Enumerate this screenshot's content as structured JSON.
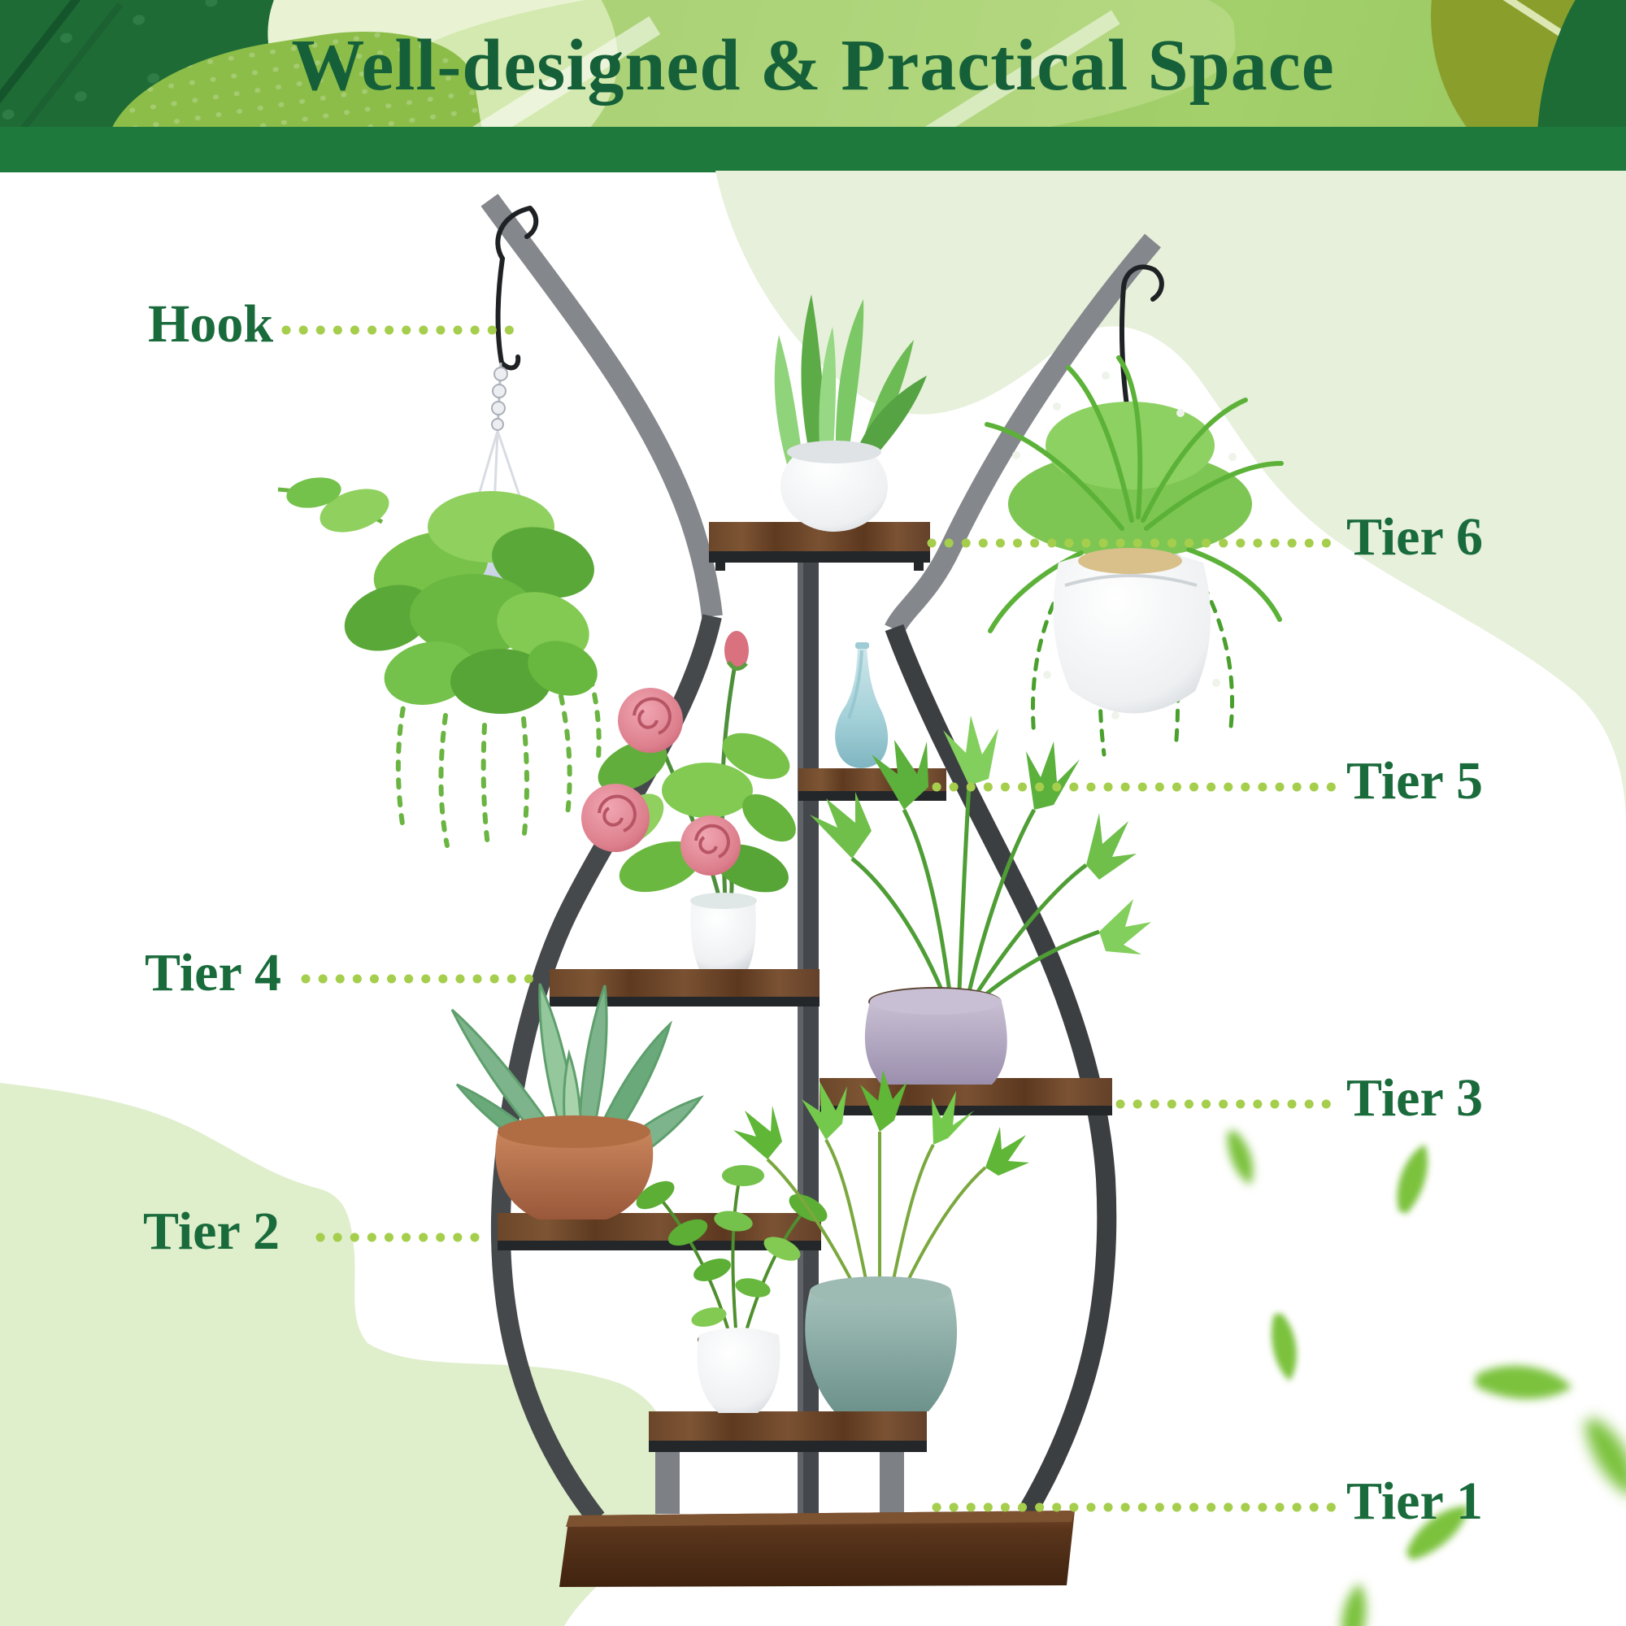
{
  "header": {
    "title": "Well-designed & Practical Space"
  },
  "callouts": {
    "hook": {
      "label": "Hook"
    },
    "tier6": {
      "label": "Tier 6"
    },
    "tier5": {
      "label": "Tier 5"
    },
    "tier4": {
      "label": "Tier 4"
    },
    "tier3": {
      "label": "Tier 3"
    },
    "tier2": {
      "label": "Tier 2"
    },
    "tier1": {
      "label": "Tier 1"
    }
  },
  "stand": {
    "tier_contents": {
      "tier6": "snake plant in white round pot",
      "tier5": "light blue ceramic vase",
      "tier4": "pink roses in white vase",
      "tier3": "fan palm in lavender pot",
      "tier2": "agave in terracotta bowl",
      "tier1": "green shrub in white pot and palm in teal pot",
      "hooks": "two S-hooks with hanging planters"
    }
  },
  "colors": {
    "label_green": "#1a6b3c",
    "dot_green": "#a6ce4d",
    "header_bar_green": "#1d7a3c",
    "title_green": "#156039",
    "background_blob_green": "#e4efd6",
    "wood_brown": "#6f482b",
    "frame_gray_light": "#84878b",
    "frame_gray_dark": "#3c3f42"
  }
}
